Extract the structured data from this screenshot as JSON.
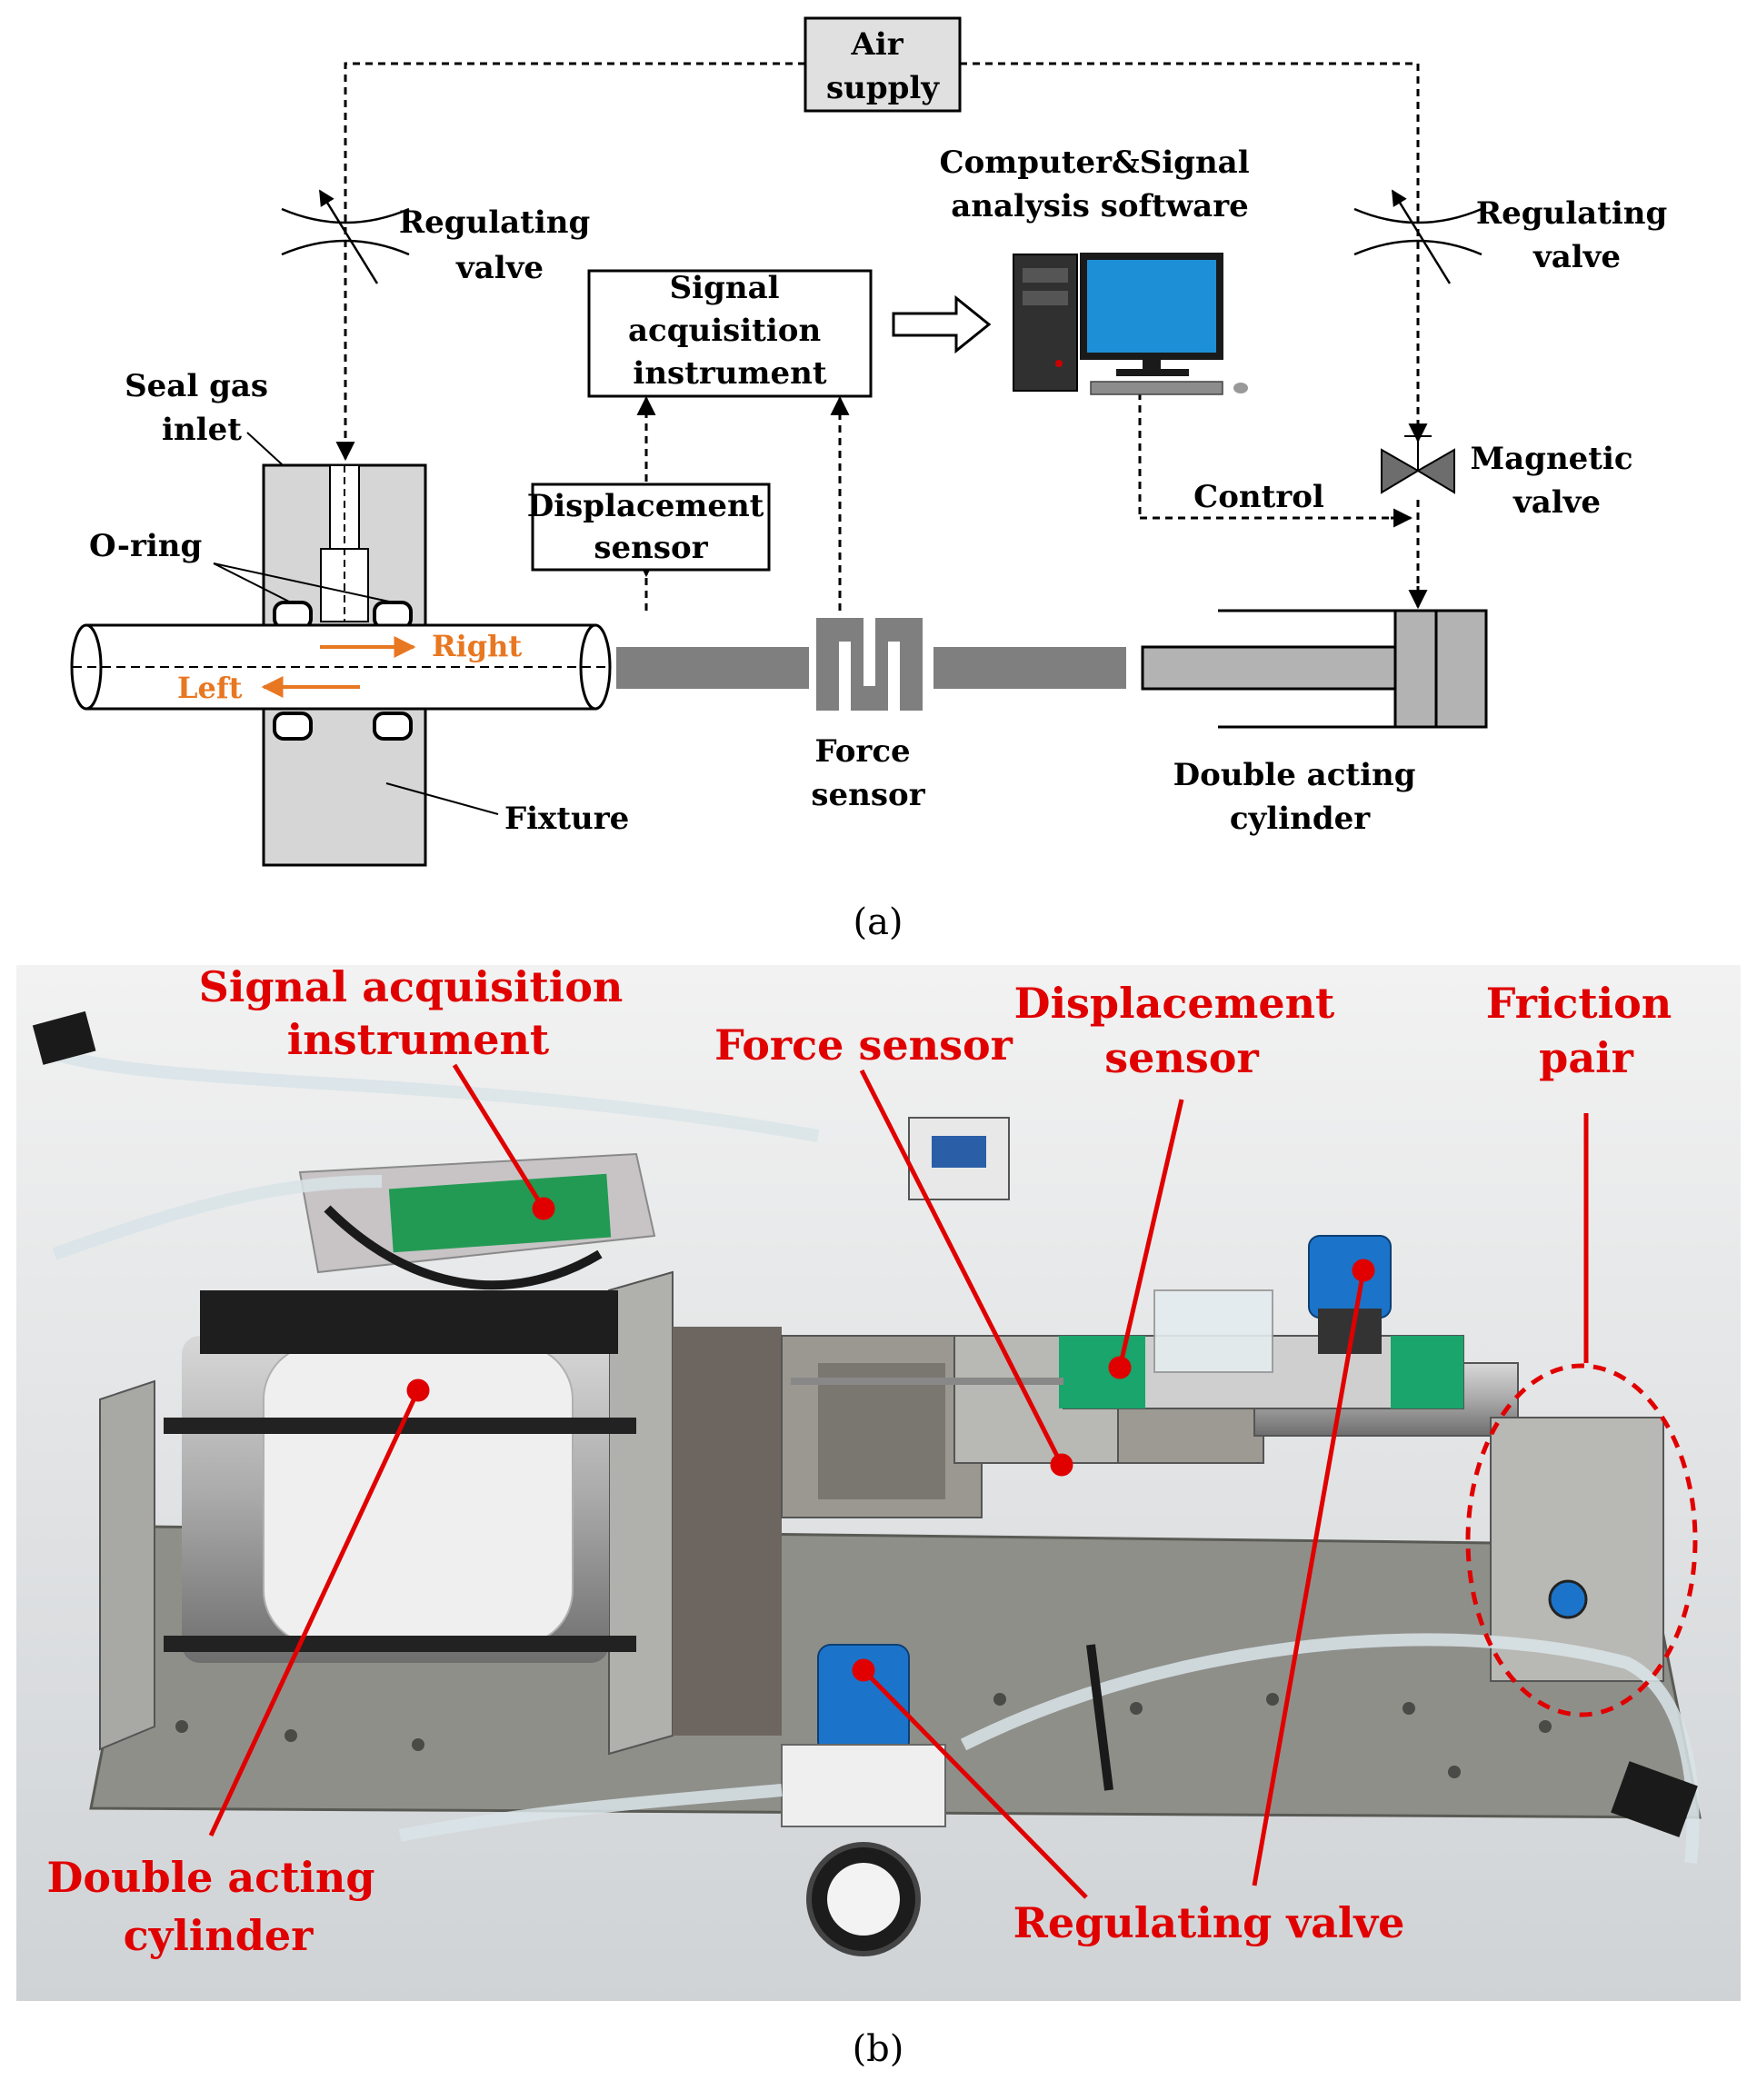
{
  "schematic": {
    "air_supply": [
      "Air",
      "supply"
    ],
    "regulating_valve_left": [
      "Regulating",
      "valve"
    ],
    "regulating_valve_right": [
      "Regulating",
      "valve"
    ],
    "computer": [
      "Computer&Signal",
      "analysis software"
    ],
    "signal_acquisition": [
      "Signal",
      "acquisition",
      "instrument"
    ],
    "seal_gas_inlet": [
      "Seal gas",
      "inlet"
    ],
    "o_ring": "O-ring",
    "displacement_sensor": [
      "Displacement",
      "sensor"
    ],
    "magnetic_valve": [
      "Magnetic",
      "valve"
    ],
    "control": "Control",
    "right": "Right",
    "left": "Left",
    "fixture": "Fixture",
    "force_sensor": [
      "Force",
      "sensor"
    ],
    "double_acting_cylinder": [
      "Double acting",
      "cylinder"
    ],
    "caption": "(a)"
  },
  "photo": {
    "signal_acquisition": [
      "Signal acquisition",
      "instrument"
    ],
    "force_sensor": "Force sensor",
    "displacement_sensor": [
      "Displacement",
      "sensor"
    ],
    "friction_pair": [
      "Friction",
      "pair"
    ],
    "double_acting_cylinder": [
      "Double acting",
      "cylinder"
    ],
    "regulating_valve": "Regulating valve",
    "caption": "(b)"
  },
  "colors": {
    "orange_arrow": "#e87722",
    "label_red": "#e00000",
    "component_gray": "#7f7f7f",
    "monitor_blue": "#1c8fd6"
  }
}
